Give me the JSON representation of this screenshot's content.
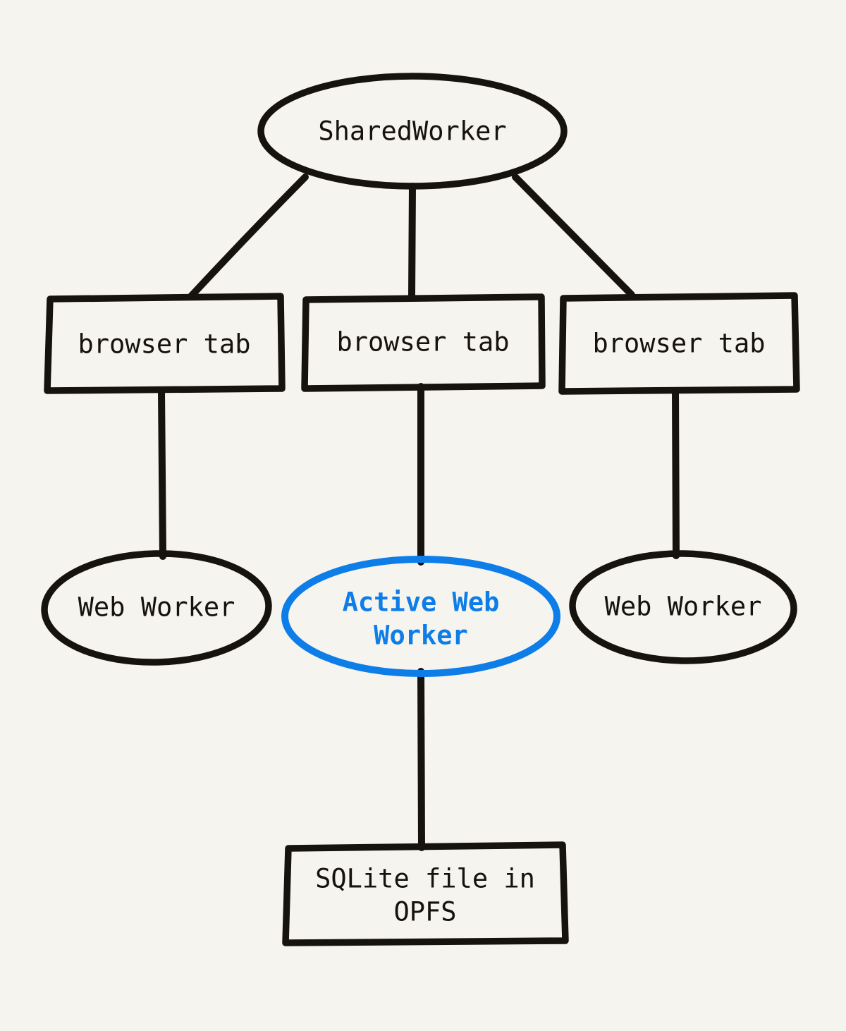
{
  "colors": {
    "background": "#f6f4ef",
    "ink": "#16120d",
    "accent": "#0d7de8"
  },
  "nodes": {
    "shared_worker": {
      "label": "SharedWorker",
      "shape": "ellipse",
      "color": "ink"
    },
    "browser_tab_left": {
      "label": "browser tab",
      "shape": "rectangle",
      "color": "ink"
    },
    "browser_tab_mid": {
      "label": "browser tab",
      "shape": "rectangle",
      "color": "ink"
    },
    "browser_tab_right": {
      "label": "browser tab",
      "shape": "rectangle",
      "color": "ink"
    },
    "web_worker_left": {
      "label": "Web Worker",
      "shape": "ellipse",
      "color": "ink"
    },
    "active_web_worker": {
      "label": "Active Web Worker",
      "shape": "ellipse",
      "color": "accent"
    },
    "web_worker_right": {
      "label": "Web Worker",
      "shape": "ellipse",
      "color": "ink"
    },
    "sqlite_file": {
      "label": "SQLite file in OPFS",
      "shape": "rectangle",
      "color": "ink"
    }
  },
  "edges": [
    {
      "from": "shared_worker",
      "to": "browser_tab_left"
    },
    {
      "from": "shared_worker",
      "to": "browser_tab_mid"
    },
    {
      "from": "shared_worker",
      "to": "browser_tab_right"
    },
    {
      "from": "browser_tab_left",
      "to": "web_worker_left"
    },
    {
      "from": "browser_tab_mid",
      "to": "active_web_worker"
    },
    {
      "from": "browser_tab_right",
      "to": "web_worker_right"
    },
    {
      "from": "active_web_worker",
      "to": "sqlite_file"
    }
  ]
}
